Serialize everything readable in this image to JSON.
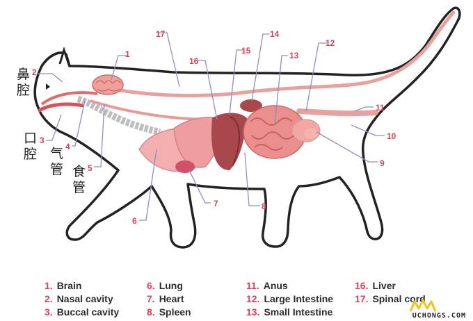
{
  "callouts": {
    "n1": "1",
    "n2": "2",
    "n3": "3",
    "n4": "4",
    "n5": "5",
    "n6": "6",
    "n7": "7",
    "n8": "8",
    "n9": "9",
    "n10": "10",
    "n11": "11",
    "n12": "12",
    "n13": "13",
    "n14": "14",
    "n15": "15",
    "n16": "16",
    "n17": "17"
  },
  "chinese_labels": {
    "nasal": "鼻腔",
    "mouth": "口腔",
    "trachea": "气管",
    "esophagus": "食管"
  },
  "legend": [
    {
      "num": "1.",
      "name": "Brain"
    },
    {
      "num": "2.",
      "name": "Nasal cavity"
    },
    {
      "num": "3.",
      "name": "Buccal cavity"
    },
    {
      "num": "6.",
      "name": "Lung"
    },
    {
      "num": "7.",
      "name": "Heart"
    },
    {
      "num": "8.",
      "name": "Spleen"
    },
    {
      "num": "11.",
      "name": "Anus"
    },
    {
      "num": "12.",
      "name": "Large Intestine"
    },
    {
      "num": "13.",
      "name": "Small Intestine"
    },
    {
      "num": "16.",
      "name": "Liver"
    },
    {
      "num": "17.",
      "name": "Spinal cord"
    }
  ],
  "watermark": "UCHONGS.COM",
  "colors": {
    "outline": "#222222",
    "accent": "#d9435a",
    "organ_pink": "#f2a4a6",
    "organ_dark": "#a8474c"
  }
}
